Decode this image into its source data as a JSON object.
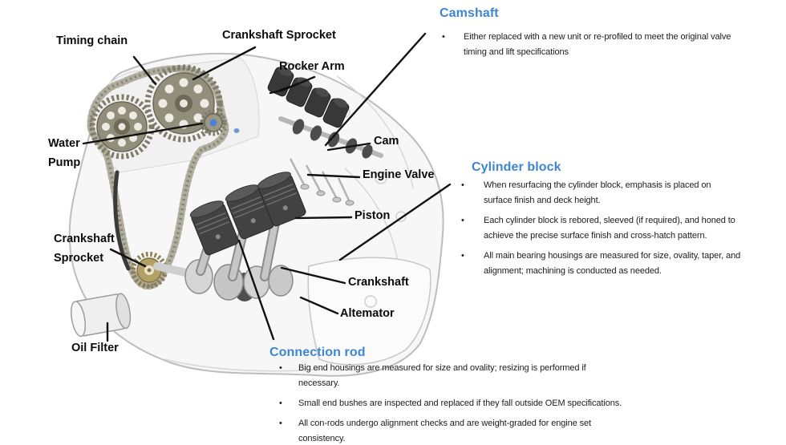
{
  "colors": {
    "heading_blue": "#3E86D3",
    "body_text": "#1C1C1C",
    "label_text": "#0B0B0B"
  },
  "diagram": {
    "labels": {
      "timing_chain": "Timing chain",
      "crankshaft_sprocket_top": "Crankshaft Sprocket",
      "rocker_arm": "Rocker Arm",
      "water_pump": "Water Pump",
      "cam": "Cam",
      "engine_valve": "Engine Valve",
      "piston": "Piston",
      "crankshaft_sprocket_left": "Crankshaft Sprocket",
      "crankshaft": "Crankshaft",
      "alternator": "Altemator",
      "oil_filter": "Oil Filter"
    }
  },
  "sections": {
    "camshaft": {
      "title": "Camshaft",
      "bullets": [
        "Either replaced with a new unit or re-profiled to meet the original valve\ntiming and lift specifications"
      ]
    },
    "cylinder_block": {
      "title": "Cylinder block",
      "bullets": [
        "When resurfacing the cylinder block, emphasis is placed on\nsurface finish and deck height.",
        "Each cylinder block is rebored, sleeved (if required), and honed to\nachieve the precise surface finish and cross-hatch pattern.",
        "All main bearing housings are measured for size, ovality, taper, and\nalignment; machining is conducted as needed."
      ]
    },
    "connection_rod": {
      "title": "Connection rod",
      "bullets": [
        "Big end housings are measured for size and ovality; resizing is performed if\nnecessary.",
        "Small end bushes are inspected and replaced if they fall outside OEM specifications.",
        "All con-rods undergo alignment checks and are weight-graded for engine set\nconsistency."
      ]
    }
  }
}
